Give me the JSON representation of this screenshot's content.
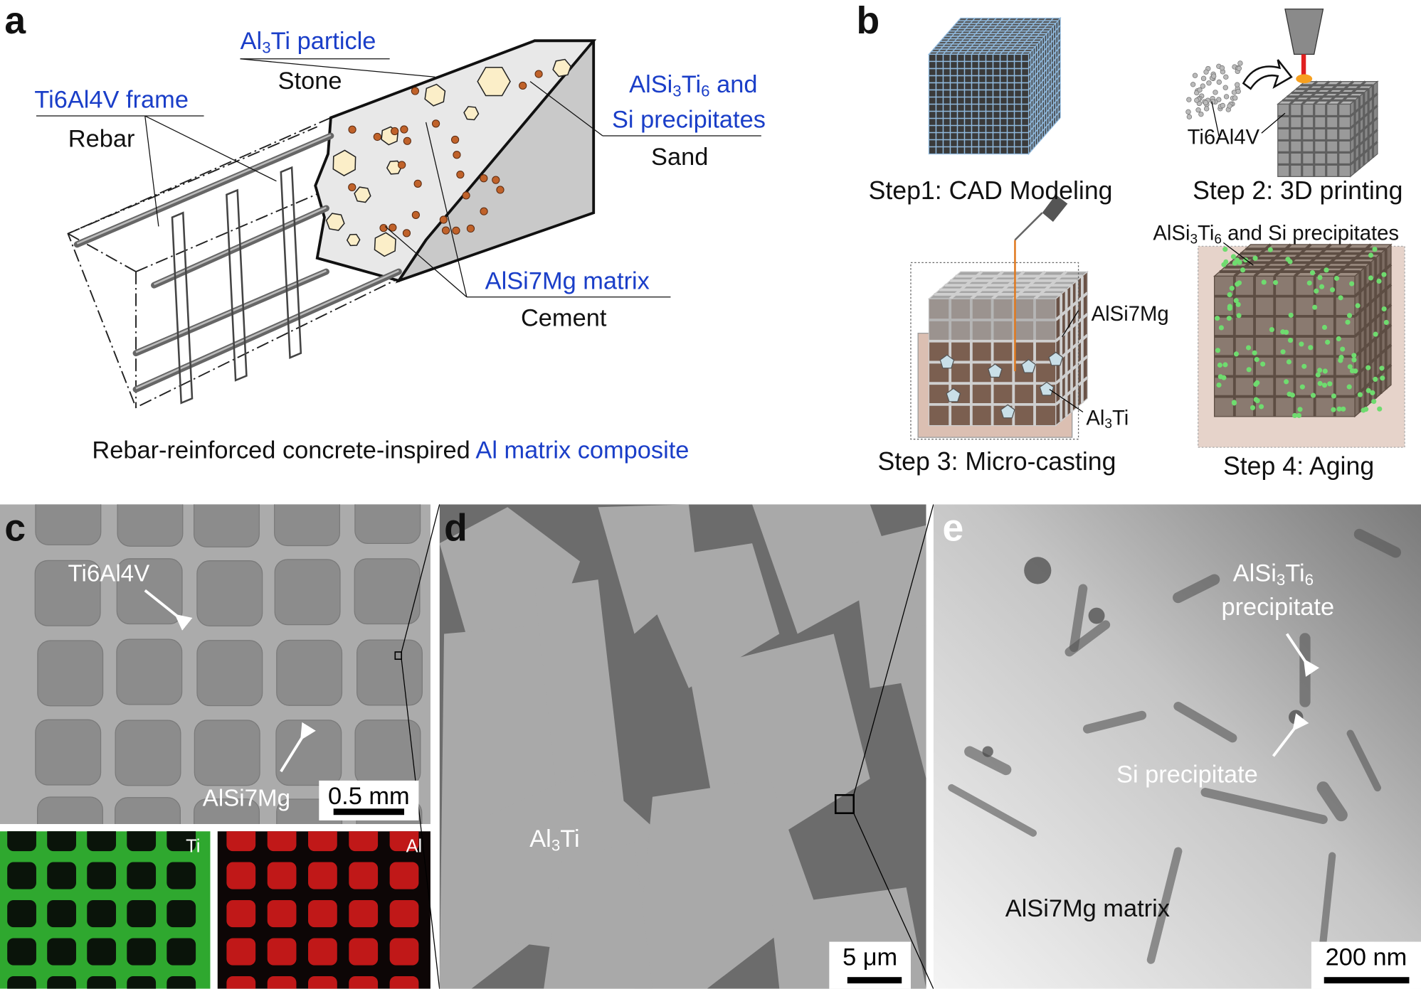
{
  "panel_labels": {
    "a": "a",
    "b": "b",
    "c": "c",
    "d": "d",
    "e": "e"
  },
  "panel_a": {
    "al3ti": {
      "pre": "Al",
      "sub": "3",
      "post": "Ti particle"
    },
    "stone": "Stone",
    "frame": "Ti6Al4V frame",
    "rebar": "Rebar",
    "alsi3ti6": {
      "pre": "AlSi",
      "sub1": "3",
      "mid": "Ti",
      "sub2": "6",
      "post": " and"
    },
    "si_precipitates": "Si precipitates",
    "sand": "Sand",
    "matrix": "AlSi7Mg matrix",
    "cement": "Cement",
    "caption": {
      "black": "Rebar-reinforced concrete-inspired ",
      "blue": "Al matrix composite"
    }
  },
  "panel_b": {
    "step1": "Step1: CAD Modeling",
    "step2": "Step 2: 3D printing",
    "step3": "Step 3: Micro-casting",
    "step4": "Step 4: Aging",
    "ti6al4v": "Ti6Al4V",
    "alsi7mg": "AlSi7Mg",
    "al3ti": {
      "pre": "Al",
      "sub": "3",
      "post": "Ti"
    },
    "precip": {
      "pre": "AlSi",
      "sub1": "3",
      "mid": "Ti",
      "sub2": "6",
      "post": " and Si precipitates"
    }
  },
  "panel_c": {
    "ti6al4v": "Ti6Al4V",
    "alsi7mg": "AlSi7Mg",
    "scale": "0.5 mm",
    "map_ti": "Ti",
    "map_al": "Al"
  },
  "panel_d": {
    "al3ti": {
      "pre": "Al",
      "sub": "3",
      "post": "Ti"
    },
    "scale": "5 μm"
  },
  "panel_e": {
    "alsi3ti6": {
      "pre": "AlSi",
      "sub1": "3",
      "mid": "Ti",
      "sub2": "6"
    },
    "precipitate": "precipitate",
    "si_precipitate": "Si precipitate",
    "matrix": "AlSi7Mg matrix",
    "scale": "200 nm"
  },
  "colors": {
    "label_blue": "#1a3ec8",
    "ti_map": "#2fa82f",
    "al_map": "#c01818",
    "precipitate_green": "#6fdc6f",
    "matrix_brown": "#8a6a58",
    "particle_orange": "#c0622a",
    "particle_cream": "#fbeec8"
  }
}
